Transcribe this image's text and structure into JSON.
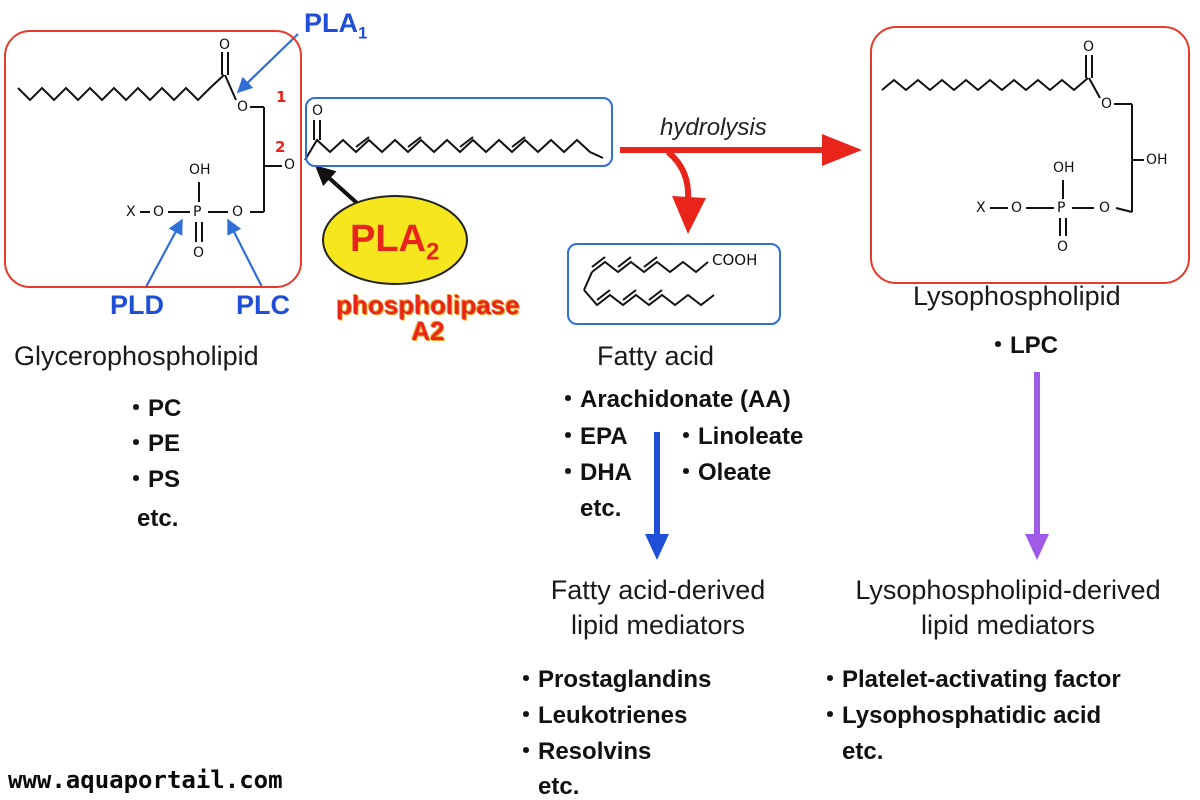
{
  "enzymes": {
    "pla1": "PLA",
    "pla1_sub": "1",
    "pla2": "PLA",
    "pla2_sub": "2",
    "pla2_caption_line1": "phospholipase",
    "pla2_caption_line2": "A2",
    "pld": "PLD",
    "plc": "PLC"
  },
  "reaction": {
    "label": "hydrolysis"
  },
  "glycerophospholipid": {
    "title": "Glycerophospholipid",
    "position_1": "1",
    "position_2": "2",
    "atoms": {
      "o_carbonyl": "O",
      "o_ester1": "O",
      "o_ester2": "O",
      "oh": "OH",
      "x": "X",
      "o_left": "O",
      "p": "P",
      "o_right": "O",
      "o_bottom": "O",
      "o_chain2": "O"
    },
    "examples": [
      "PC",
      "PE",
      "PS"
    ],
    "etc": "etc."
  },
  "fatty_acid": {
    "title": "Fatty acid",
    "cooh": "COOH",
    "examples_col1": [
      "Arachidonate (AA)",
      "EPA",
      "DHA"
    ],
    "examples_col2": [
      "Linoleate",
      "Oleate"
    ],
    "etc": "etc."
  },
  "lysophospholipid": {
    "title": "Lysophospholipid",
    "atoms": {
      "o_carbonyl": "O",
      "o_ester": "O",
      "oh_phos": "OH",
      "oh_glycerol": "OH",
      "x": "X",
      "o_left": "O",
      "p": "P",
      "o_right": "O",
      "o_bottom": "O"
    },
    "examples": [
      "LPC"
    ]
  },
  "fa_mediators": {
    "title_line1": "Fatty acid-derived",
    "title_line2": "lipid mediators",
    "examples": [
      "Prostaglandins",
      "Leukotrienes",
      "Resolvins"
    ],
    "etc": "etc."
  },
  "lyso_mediators": {
    "title_line1": "Lysophospholipid-derived",
    "title_line2": "lipid mediators",
    "examples": [
      "Platelet-activating factor",
      "Lysophosphatidic acid"
    ],
    "etc": "etc."
  },
  "watermark": "www.aquaportail.com",
  "colors": {
    "red": "#e8392b",
    "blue": "#2f6fd6",
    "enzyme_blue": "#1f4ed8",
    "yellow": "#f5e61e",
    "purple": "#a05ae8"
  }
}
